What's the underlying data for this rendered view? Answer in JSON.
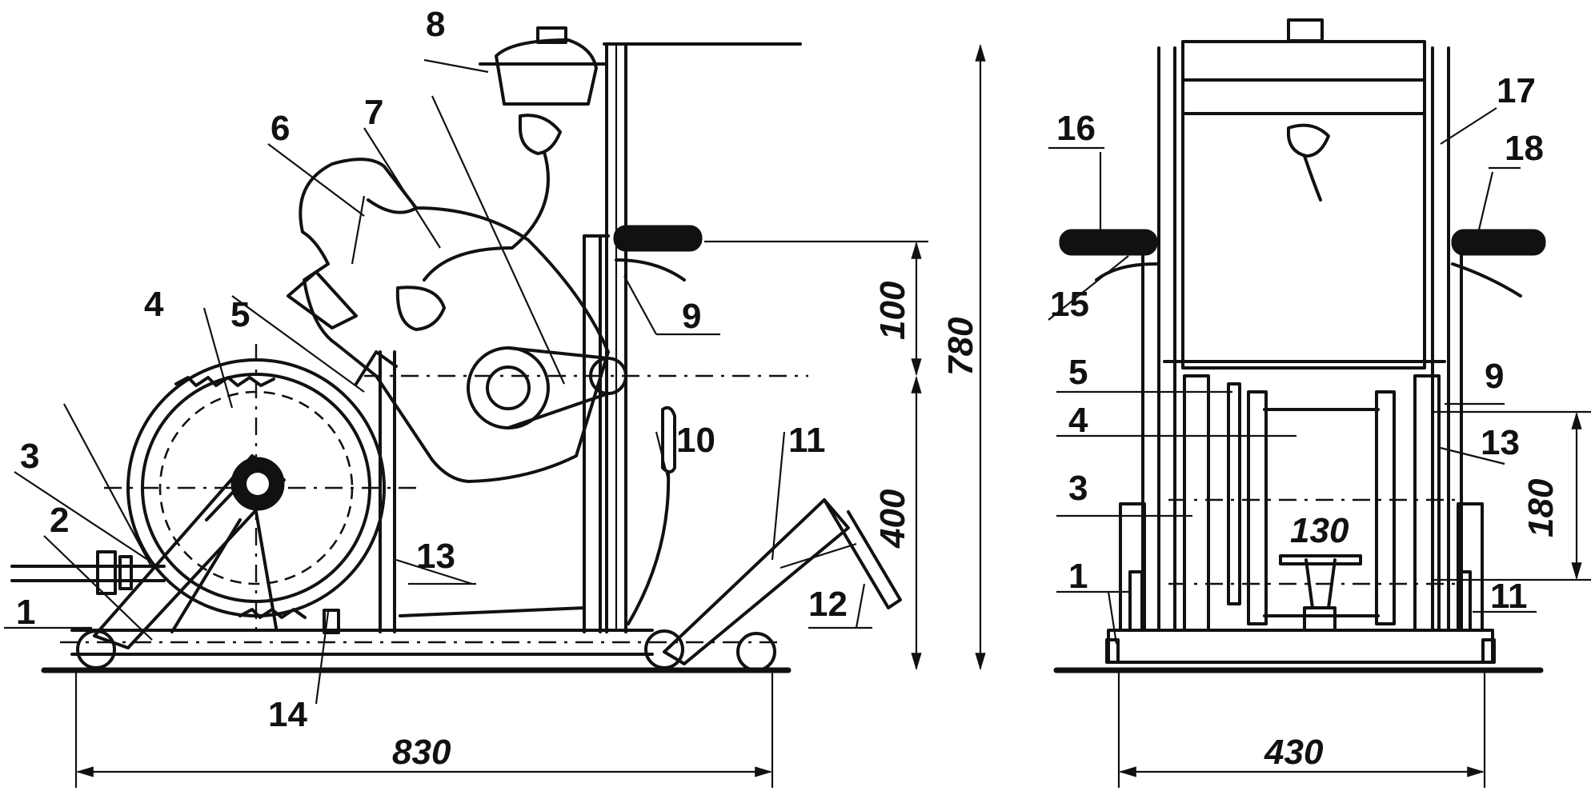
{
  "drawing": {
    "part_labels": {
      "l1": "1",
      "l2": "2",
      "l3": "3",
      "l4": "4",
      "l5": "5",
      "l6": "6",
      "l7": "7",
      "l8": "8",
      "l9": "9",
      "l10": "10",
      "l11": "11",
      "l12": "12",
      "l13": "13",
      "l14": "14",
      "r1": "1",
      "r3": "3",
      "r4": "4",
      "r5": "5",
      "r9": "9",
      "r11": "11",
      "r13": "13",
      "r15": "15",
      "r16": "16",
      "r17": "17",
      "r18": "18"
    },
    "dimensions": {
      "base_length": "830",
      "base_width": "430",
      "total_height": "780",
      "seat_offset": "100",
      "seat_height": "400",
      "wheel_height": "180",
      "axle_gap": "130"
    }
  }
}
